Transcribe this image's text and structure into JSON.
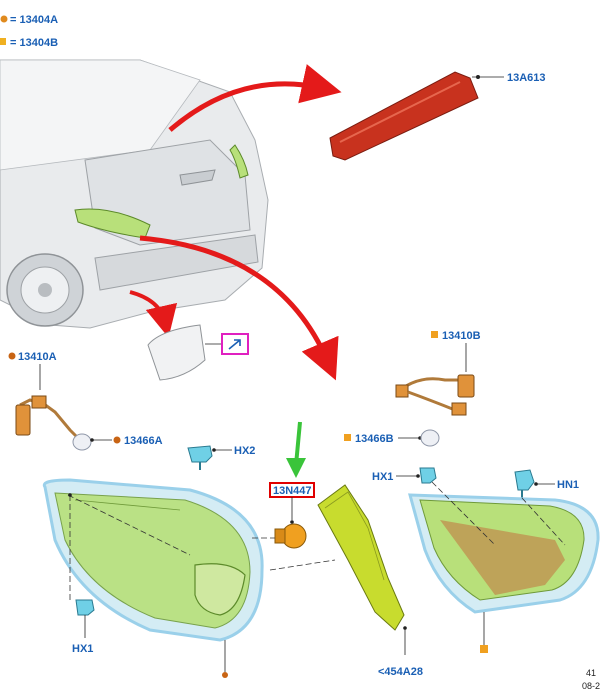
{
  "legend": [
    {
      "text": "= 13404A",
      "marker_color": "#e08a1e",
      "marker": "dot"
    },
    {
      "text": "= 13404B",
      "marker_color": "#f0b020",
      "marker": "square"
    }
  ],
  "callouts": {
    "c_13a613": "13A613",
    "c_13410a": "13410A",
    "c_13466a": "13466A",
    "c_hx2": "HX2",
    "c_13n447": "13N447",
    "c_13410b": "13410B",
    "c_13466b": "13466B",
    "c_hx1_right": "HX1",
    "c_hn1": "HN1",
    "c_hx1_left": "HX1",
    "c_454a28": "<454A28"
  },
  "corner": {
    "line1": "41",
    "line2": "08-2"
  },
  "colors": {
    "label_blue": "#1a5fb4",
    "leader_dot_orange": "#c86414",
    "marker_square": "#f0a020",
    "arrow_red": "#e41a1a",
    "arrow_green": "#3ac43a",
    "highlight_red": "#e00000",
    "highlight_magenta": "#e020c0",
    "lamp_green": "#b8e07a",
    "lamp_rim": "#9ad0ea",
    "brake_red": "#c8321e"
  }
}
